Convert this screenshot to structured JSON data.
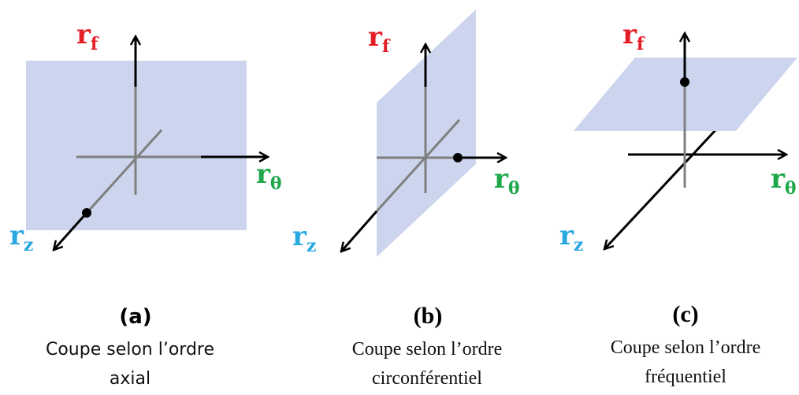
{
  "colors": {
    "plane": "#cdd5ee",
    "gray_axis": "#7f7f7f",
    "black_axis": "#000000",
    "rf": "#e41e26",
    "rtheta": "#1ea84a",
    "rz": "#29a8e0"
  },
  "labels": {
    "r": "r",
    "sub_f": "f",
    "sub_theta": "θ",
    "sub_z": "z"
  },
  "panels": [
    {
      "id": "a",
      "letter": "(a)",
      "caption_line1": "Coupe selon l’ordre",
      "caption_line2": "axial"
    },
    {
      "id": "b",
      "letter": "(b)",
      "caption_line1": "Coupe selon l’ordre",
      "caption_line2": "circonférentiel"
    },
    {
      "id": "c",
      "letter": "(c)",
      "caption_line1": "Coupe selon l’ordre",
      "caption_line2": "fréquentiel"
    }
  ]
}
